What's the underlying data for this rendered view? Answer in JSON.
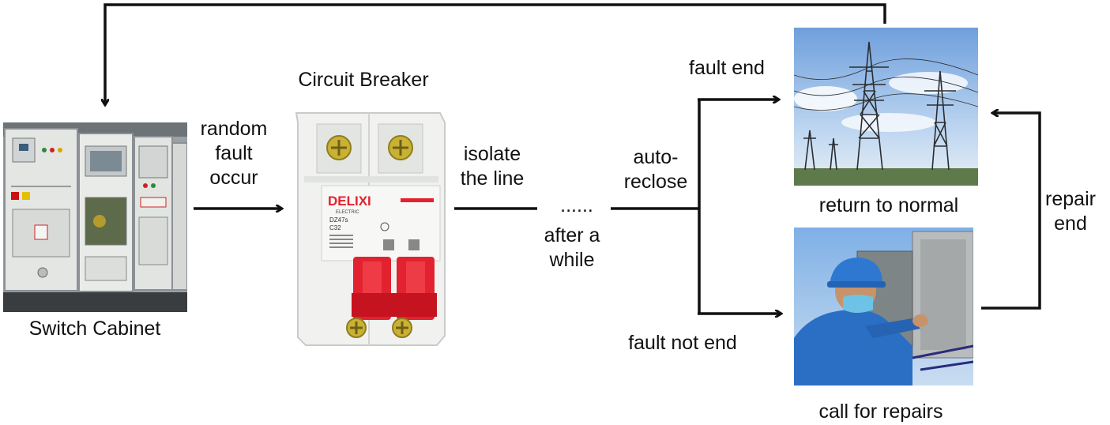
{
  "labels": {
    "switch_cabinet": "Switch Cabinet",
    "circuit_breaker": "Circuit Breaker",
    "random_fault": "random\nfault\noccur",
    "isolate": "isolate\nthe line",
    "dots": "......",
    "after_while": "after a\nwhile",
    "auto_reclose": "auto-\nreclose",
    "fault_end": "fault end",
    "fault_not_end": "fault not end",
    "return_normal": "return to normal",
    "call_repairs": "call for repairs",
    "repair_end": "repair\nend"
  },
  "breaker": {
    "brand": "DELIXI",
    "sub": "ELECTRIC",
    "model": "DZ47s",
    "rating": "C32"
  },
  "colors": {
    "line": "#111111",
    "breaker_red": "#e2222f",
    "sky": "#8fb7e6",
    "worker_blue": "#2a6fc4"
  }
}
